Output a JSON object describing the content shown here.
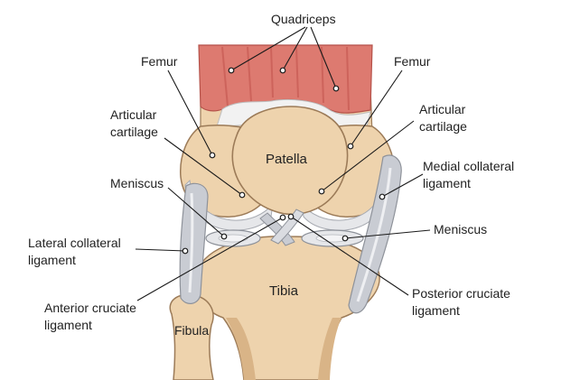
{
  "diagram": {
    "colors": {
      "bone": "#EED3AD",
      "bone_shade": "#D9B487",
      "bone_outline": "#9C7B58",
      "muscle": "#DD7A70",
      "muscle_dark": "#C65A52",
      "cartilage": "#E6E7EA",
      "ligament": "#C9CCD3",
      "leader_line": "#1a1a1a"
    },
    "labels": {
      "quadriceps": "Quadriceps",
      "femur_left": "Femur",
      "femur_right": "Femur",
      "articular_cartilage_left": [
        "Articular",
        "cartilage"
      ],
      "articular_cartilage_right": [
        "Articular",
        "cartilage"
      ],
      "patella": "Patella",
      "medial_collateral_ligament": [
        "Medial collateral",
        "ligament"
      ],
      "meniscus_left": "Meniscus",
      "meniscus_right": "Meniscus",
      "lateral_collateral_ligament": [
        "Lateral collateral",
        "ligament"
      ],
      "tibia": "Tibia",
      "anterior_cruciate_ligament": [
        "Anterior cruciate",
        "ligament"
      ],
      "posterior_cruciate_ligament": [
        "Posterior cruciate",
        "ligament"
      ],
      "fibula": "Fibula"
    }
  }
}
